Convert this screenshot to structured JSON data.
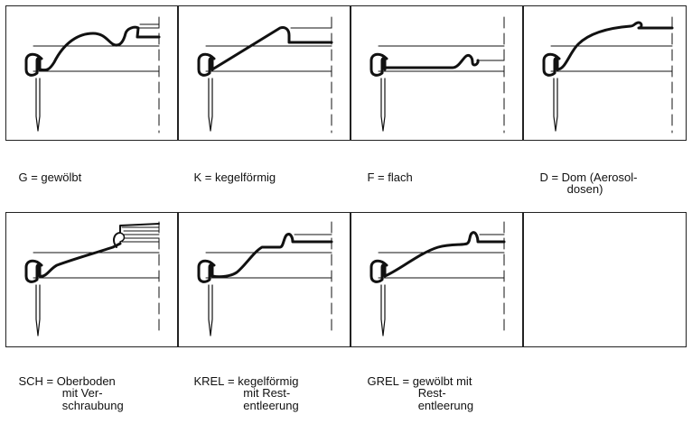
{
  "figure": {
    "panels": [
      {
        "id": "G",
        "code": "G",
        "lines": [
          "gewölbt"
        ]
      },
      {
        "id": "K",
        "code": "K",
        "lines": [
          "kegelförmig"
        ]
      },
      {
        "id": "F",
        "code": "F",
        "lines": [
          "flach"
        ]
      },
      {
        "id": "D",
        "code": "D",
        "lines": [
          "Dom (Aerosol-",
          "dosen)"
        ]
      },
      {
        "id": "SCH",
        "code": "SCH",
        "lines": [
          "Oberboden",
          "mit Ver-",
          "schraubung"
        ]
      },
      {
        "id": "KREL",
        "code": "KREL",
        "lines": [
          "kegelförmig",
          "mit Rest-",
          "entleerung"
        ]
      },
      {
        "id": "GREL",
        "code": "GREL",
        "lines": [
          "gewölbt mit",
          "Rest-",
          "entleerung"
        ]
      }
    ],
    "separator": " = ",
    "colors": {
      "line": "#111111",
      "border": "#222222"
    }
  }
}
